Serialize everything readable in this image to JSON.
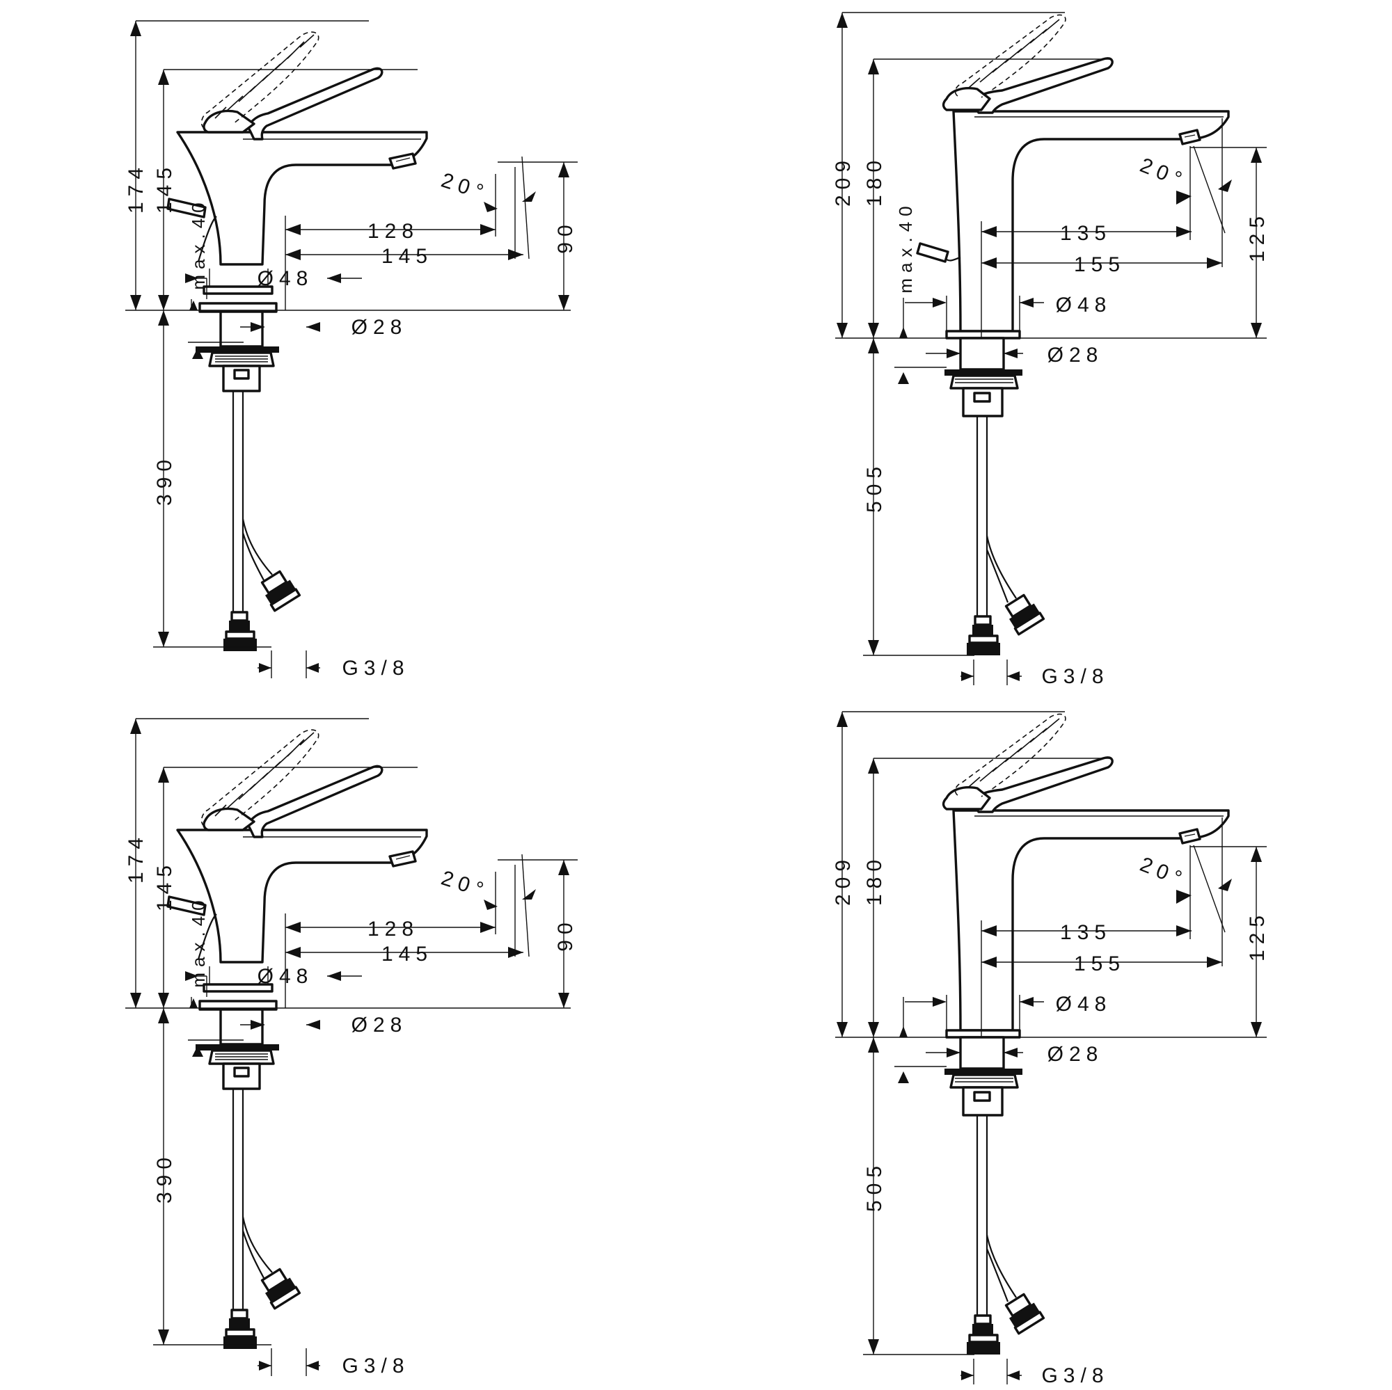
{
  "drawings": [
    {
      "id": "top-left",
      "dims": {
        "total_height": "174",
        "handle_height": "145",
        "max_thickness": "max.40",
        "spout_reach_inner": "128",
        "spout_reach_outer": "145",
        "spout_height": "90",
        "angle": "20°",
        "base_diameter": "Ø48",
        "hole_diameter": "Ø28",
        "hose_length": "390",
        "thread": "G3/8"
      }
    },
    {
      "id": "top-right",
      "dims": {
        "total_height": "209",
        "handle_height": "180",
        "max_thickness": "max.40",
        "spout_reach_inner": "135",
        "spout_reach_outer": "155",
        "spout_height": "125",
        "angle": "20°",
        "base_diameter": "Ø48",
        "hole_diameter": "Ø28",
        "hose_length": "505",
        "thread": "G3/8"
      }
    },
    {
      "id": "bottom-left",
      "dims": {
        "total_height": "174",
        "handle_height": "145",
        "max_thickness": "max.40",
        "spout_reach_inner": "128",
        "spout_reach_outer": "145",
        "spout_height": "90",
        "angle": "20°",
        "base_diameter": "Ø48",
        "hole_diameter": "Ø28",
        "hose_length": "390",
        "thread": "G3/8"
      }
    },
    {
      "id": "bottom-right",
      "dims": {
        "total_height": "209",
        "handle_height": "180",
        "spout_reach_inner": "135",
        "spout_reach_outer": "155",
        "spout_height": "125",
        "angle": "20°",
        "base_diameter": "Ø48",
        "hole_diameter": "Ø28",
        "hose_length": "505",
        "thread": "G3/8"
      }
    }
  ]
}
